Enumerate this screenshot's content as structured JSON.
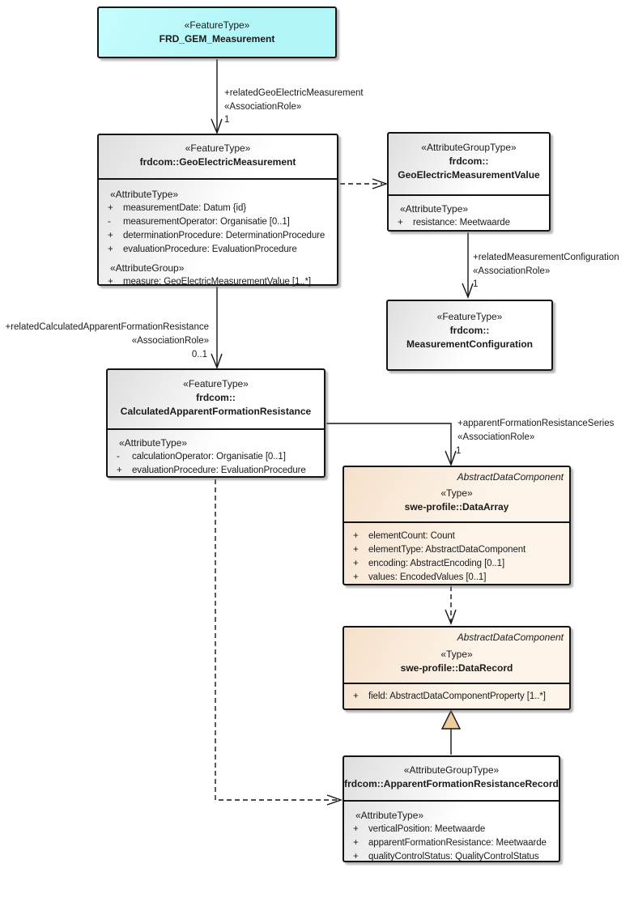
{
  "colors": {
    "node_fill_gray": "#ededed",
    "node_fill_cyan": "#b8f7f8",
    "node_fill_peach": "#f8e7d6",
    "generalization_triangle": "#eccb9f",
    "line": "#141414"
  },
  "boxes": {
    "frd_gem": {
      "stereotype": "«FeatureType»",
      "name": "FRD_GEM_Measurement"
    },
    "gem": {
      "stereotype": "«FeatureType»",
      "name": "frdcom::GeoElectricMeasurement",
      "rows": [
        {
          "t": "«AttributeType»"
        },
        {
          "p": "+",
          "t": "measurementDate: Datum {id}"
        },
        {
          "p": "-",
          "t": "measurementOperator: Organisatie [0..1]"
        },
        {
          "p": "+",
          "t": "determinationProcedure: DeterminationProcedure"
        },
        {
          "p": "+",
          "t": "evaluationProcedure: EvaluationProcedure"
        },
        {
          "t": "«AttributeGroup»"
        },
        {
          "p": "+",
          "t": "measure: GeoElectricMeasurementValue [1..*]"
        }
      ]
    },
    "gemv": {
      "stereotype": "«AttributeGroupType»",
      "name1": "frdcom::",
      "name2": "GeoElectricMeasurementValue",
      "rows": [
        {
          "t": "«AttributeType»"
        },
        {
          "p": "+",
          "t": "resistance: Meetwaarde"
        }
      ]
    },
    "mc": {
      "stereotype": "«FeatureType»",
      "name1": "frdcom::",
      "name2": "MeasurementConfiguration"
    },
    "cafr": {
      "stereotype": "«FeatureType»",
      "name1": "frdcom::",
      "name2": "CalculatedApparentFormationResistance",
      "rows": [
        {
          "t": "«AttributeType»"
        },
        {
          "p": "-",
          "t": "calculationOperator: Organisatie [0..1]"
        },
        {
          "p": "+",
          "t": "evaluationProcedure: EvaluationProcedure"
        }
      ]
    },
    "da": {
      "abstract": "AbstractDataComponent",
      "stereotype": "«Type»",
      "name": "swe-profile::DataArray",
      "rows": [
        {
          "p": "+",
          "t": "elementCount: Count"
        },
        {
          "p": "+",
          "t": "elementType: AbstractDataComponent"
        },
        {
          "p": "+",
          "t": "encoding: AbstractEncoding [0..1]"
        },
        {
          "p": "+",
          "t": "values: EncodedValues [0..1]"
        }
      ]
    },
    "dr": {
      "abstract": "AbstractDataComponent",
      "stereotype": "«Type»",
      "name": "swe-profile::DataRecord",
      "rows": [
        {
          "p": "+",
          "t": "field: AbstractDataComponentProperty [1..*]"
        }
      ]
    },
    "afrr": {
      "stereotype": "«AttributeGroupType»",
      "name": "frdcom::ApparentFormationResistanceRecord",
      "rows": [
        {
          "t": "«AttributeType»"
        },
        {
          "p": "+",
          "t": "verticalPosition: Meetwaarde"
        },
        {
          "p": "+",
          "t": "apparentFormationResistance: Meetwaarde"
        },
        {
          "p": "+",
          "t": "qualityControlStatus: QualityControlStatus"
        }
      ]
    }
  },
  "labels": {
    "rel_gem": {
      "role": "+relatedGeoElectricMeasurement",
      "stereo": "«AssociationRole»",
      "mult": "1"
    },
    "rel_mc": {
      "role": "+relatedMeasurementConfiguration",
      "stereo": "«AssociationRole»",
      "mult": "1"
    },
    "rel_cafr": {
      "role": "+relatedCalculatedApparentFormationResistance",
      "stereo": "«AssociationRole»",
      "mult": "0..1"
    },
    "afr_series": {
      "role": "+apparentFormationResistanceSeries",
      "stereo": "«AssociationRole»",
      "mult": "1"
    }
  }
}
